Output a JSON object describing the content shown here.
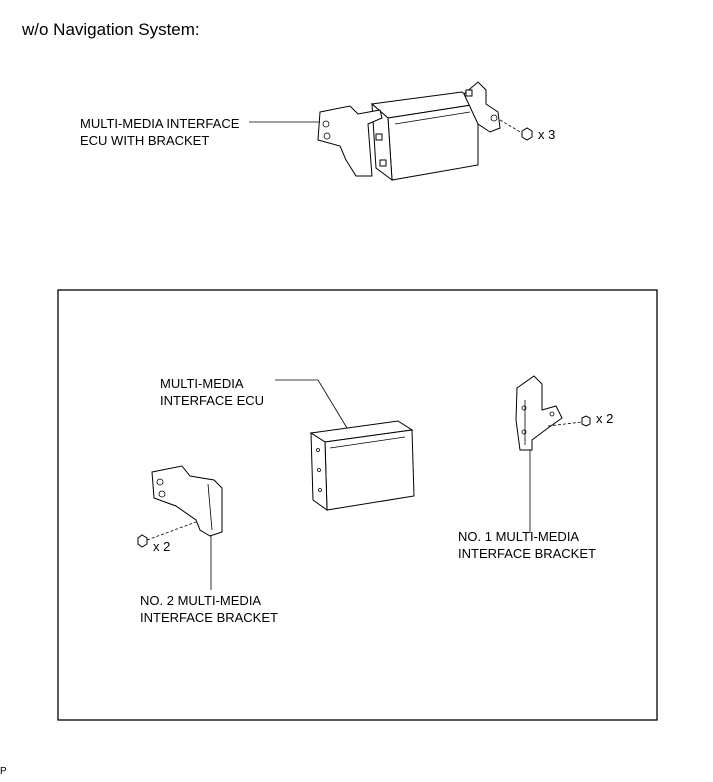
{
  "heading": "w/o Navigation System:",
  "assembly": {
    "label": "MULTI-MEDIA INTERFACE\nECU WITH BRACKET",
    "nut_count": "x 3"
  },
  "exploded": {
    "ecu_label": "MULTI-MEDIA\nINTERFACE ECU",
    "bracket1_label": "NO. 1 MULTI-MEDIA\nINTERFACE BRACKET",
    "bracket1_count": "x 2",
    "bracket2_label": "NO. 2 MULTI-MEDIA\nINTERFACE BRACKET",
    "bracket2_count": "x 2"
  },
  "figure_code": "P"
}
